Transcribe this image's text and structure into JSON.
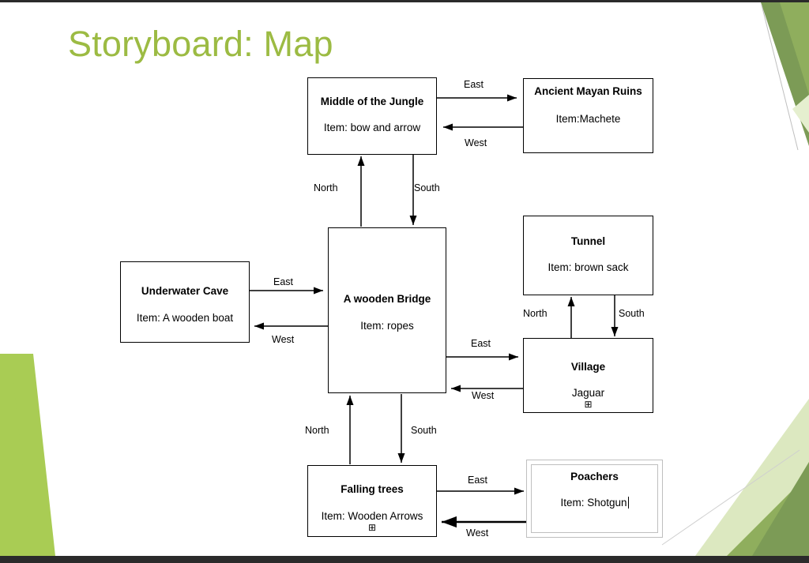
{
  "slide": {
    "title": "Storyboard: Map",
    "title_color": "#9CBB43",
    "background": "#FFFFFF",
    "accent_green_light": "#DCE8C0",
    "accent_green_mid": "#8FAE5D",
    "accent_green_dark": "#7C9B56",
    "accent_green_bright": "#A9CC54"
  },
  "nodes": {
    "jungle": {
      "title": "Middle of the Jungle",
      "item": "Item: bow and arrow"
    },
    "ruins": {
      "title": "Ancient Mayan Ruins",
      "item": "Item:Machete"
    },
    "cave": {
      "title": "Underwater Cave",
      "item": "Item: A wooden boat"
    },
    "bridge": {
      "title": "A wooden Bridge",
      "item": "Item: ropes"
    },
    "tunnel": {
      "title": "Tunnel",
      "item": "Item: brown sack"
    },
    "village": {
      "title": "Village",
      "item": "Jaguar",
      "glyph": "⊞"
    },
    "trees": {
      "title": "Falling trees",
      "item": "Item: Wooden Arrows",
      "glyph": "⊞"
    },
    "poachers": {
      "title": "Poachers",
      "item": "Item: Shotgun",
      "selected": true
    }
  },
  "edges": {
    "jungle_ruins_east": "East",
    "ruins_jungle_west": "West",
    "bridge_jungle_north": "North",
    "jungle_bridge_south": "South",
    "cave_bridge_east": "East",
    "bridge_cave_west": "West",
    "village_tunnel_north": "North",
    "tunnel_village_south": "South",
    "bridge_village_east": "East",
    "village_bridge_west": "West",
    "bridge_trees_north": "North",
    "trees_bridge_south": "South",
    "trees_poachers_east": "East",
    "poachers_trees_west": "West"
  }
}
